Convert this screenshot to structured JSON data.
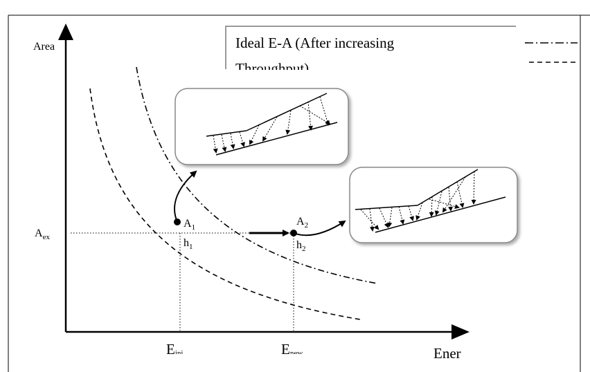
{
  "diagram": {
    "y_axis_label": "Area",
    "x_axis_label": "Ener",
    "horizontal_marker": {
      "main": "A",
      "sub": "ex"
    },
    "x_markers": [
      {
        "main": "E",
        "sub": "ini"
      },
      {
        "main": "E",
        "sub": "new"
      }
    ],
    "points": [
      {
        "name": "A",
        "sub": "1",
        "h_main": "h",
        "h_sub": "1"
      },
      {
        "name": "A",
        "sub": "2",
        "h_main": "h",
        "h_sub": "2"
      }
    ],
    "legend": {
      "entries": [
        {
          "label_line1": "Ideal E-A (After increasing",
          "label_line2": "Throughput)",
          "line_style": "dash-dot"
        },
        {
          "label_line1": "",
          "label_line2": "",
          "line_style": "dashed"
        }
      ]
    }
  }
}
